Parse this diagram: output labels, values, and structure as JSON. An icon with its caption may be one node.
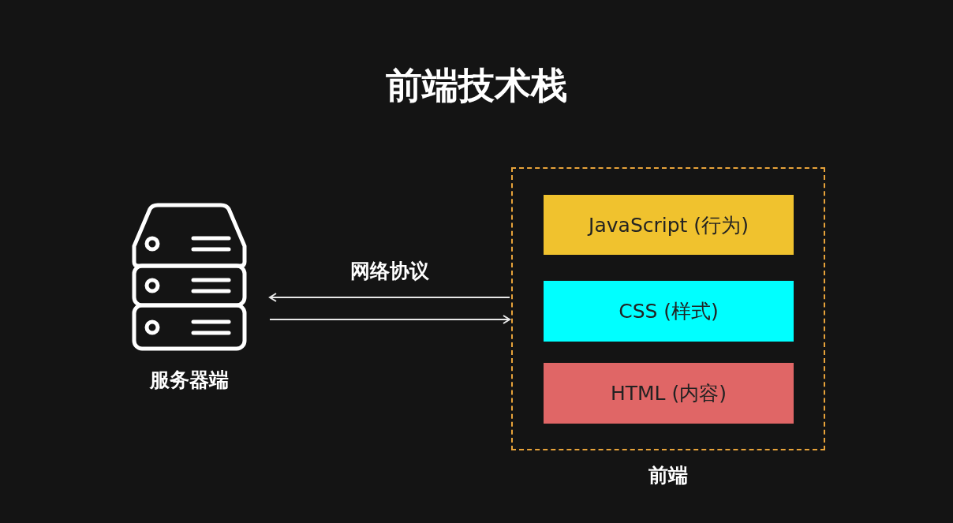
{
  "diagram": {
    "title": "前端技术栈",
    "nodes": [
      {
        "text": [
          "服务器端"
        ]
      },
      {
        "text": [
          "前端"
        ]
      },
      {
        "text": [
          "JavaScript (行为)"
        ],
        "in": 1
      },
      {
        "text": [
          "CSS (样式)"
        ],
        "in": 1
      },
      {
        "text": [
          "HTML (内容)"
        ],
        "in": 1
      }
    ],
    "edges": [
      {
        "from": 1,
        "to": 0,
        "arrow": "to",
        "label": "网络协议"
      },
      {
        "from": 0,
        "to": 1,
        "arrow": "to"
      }
    ]
  }
}
